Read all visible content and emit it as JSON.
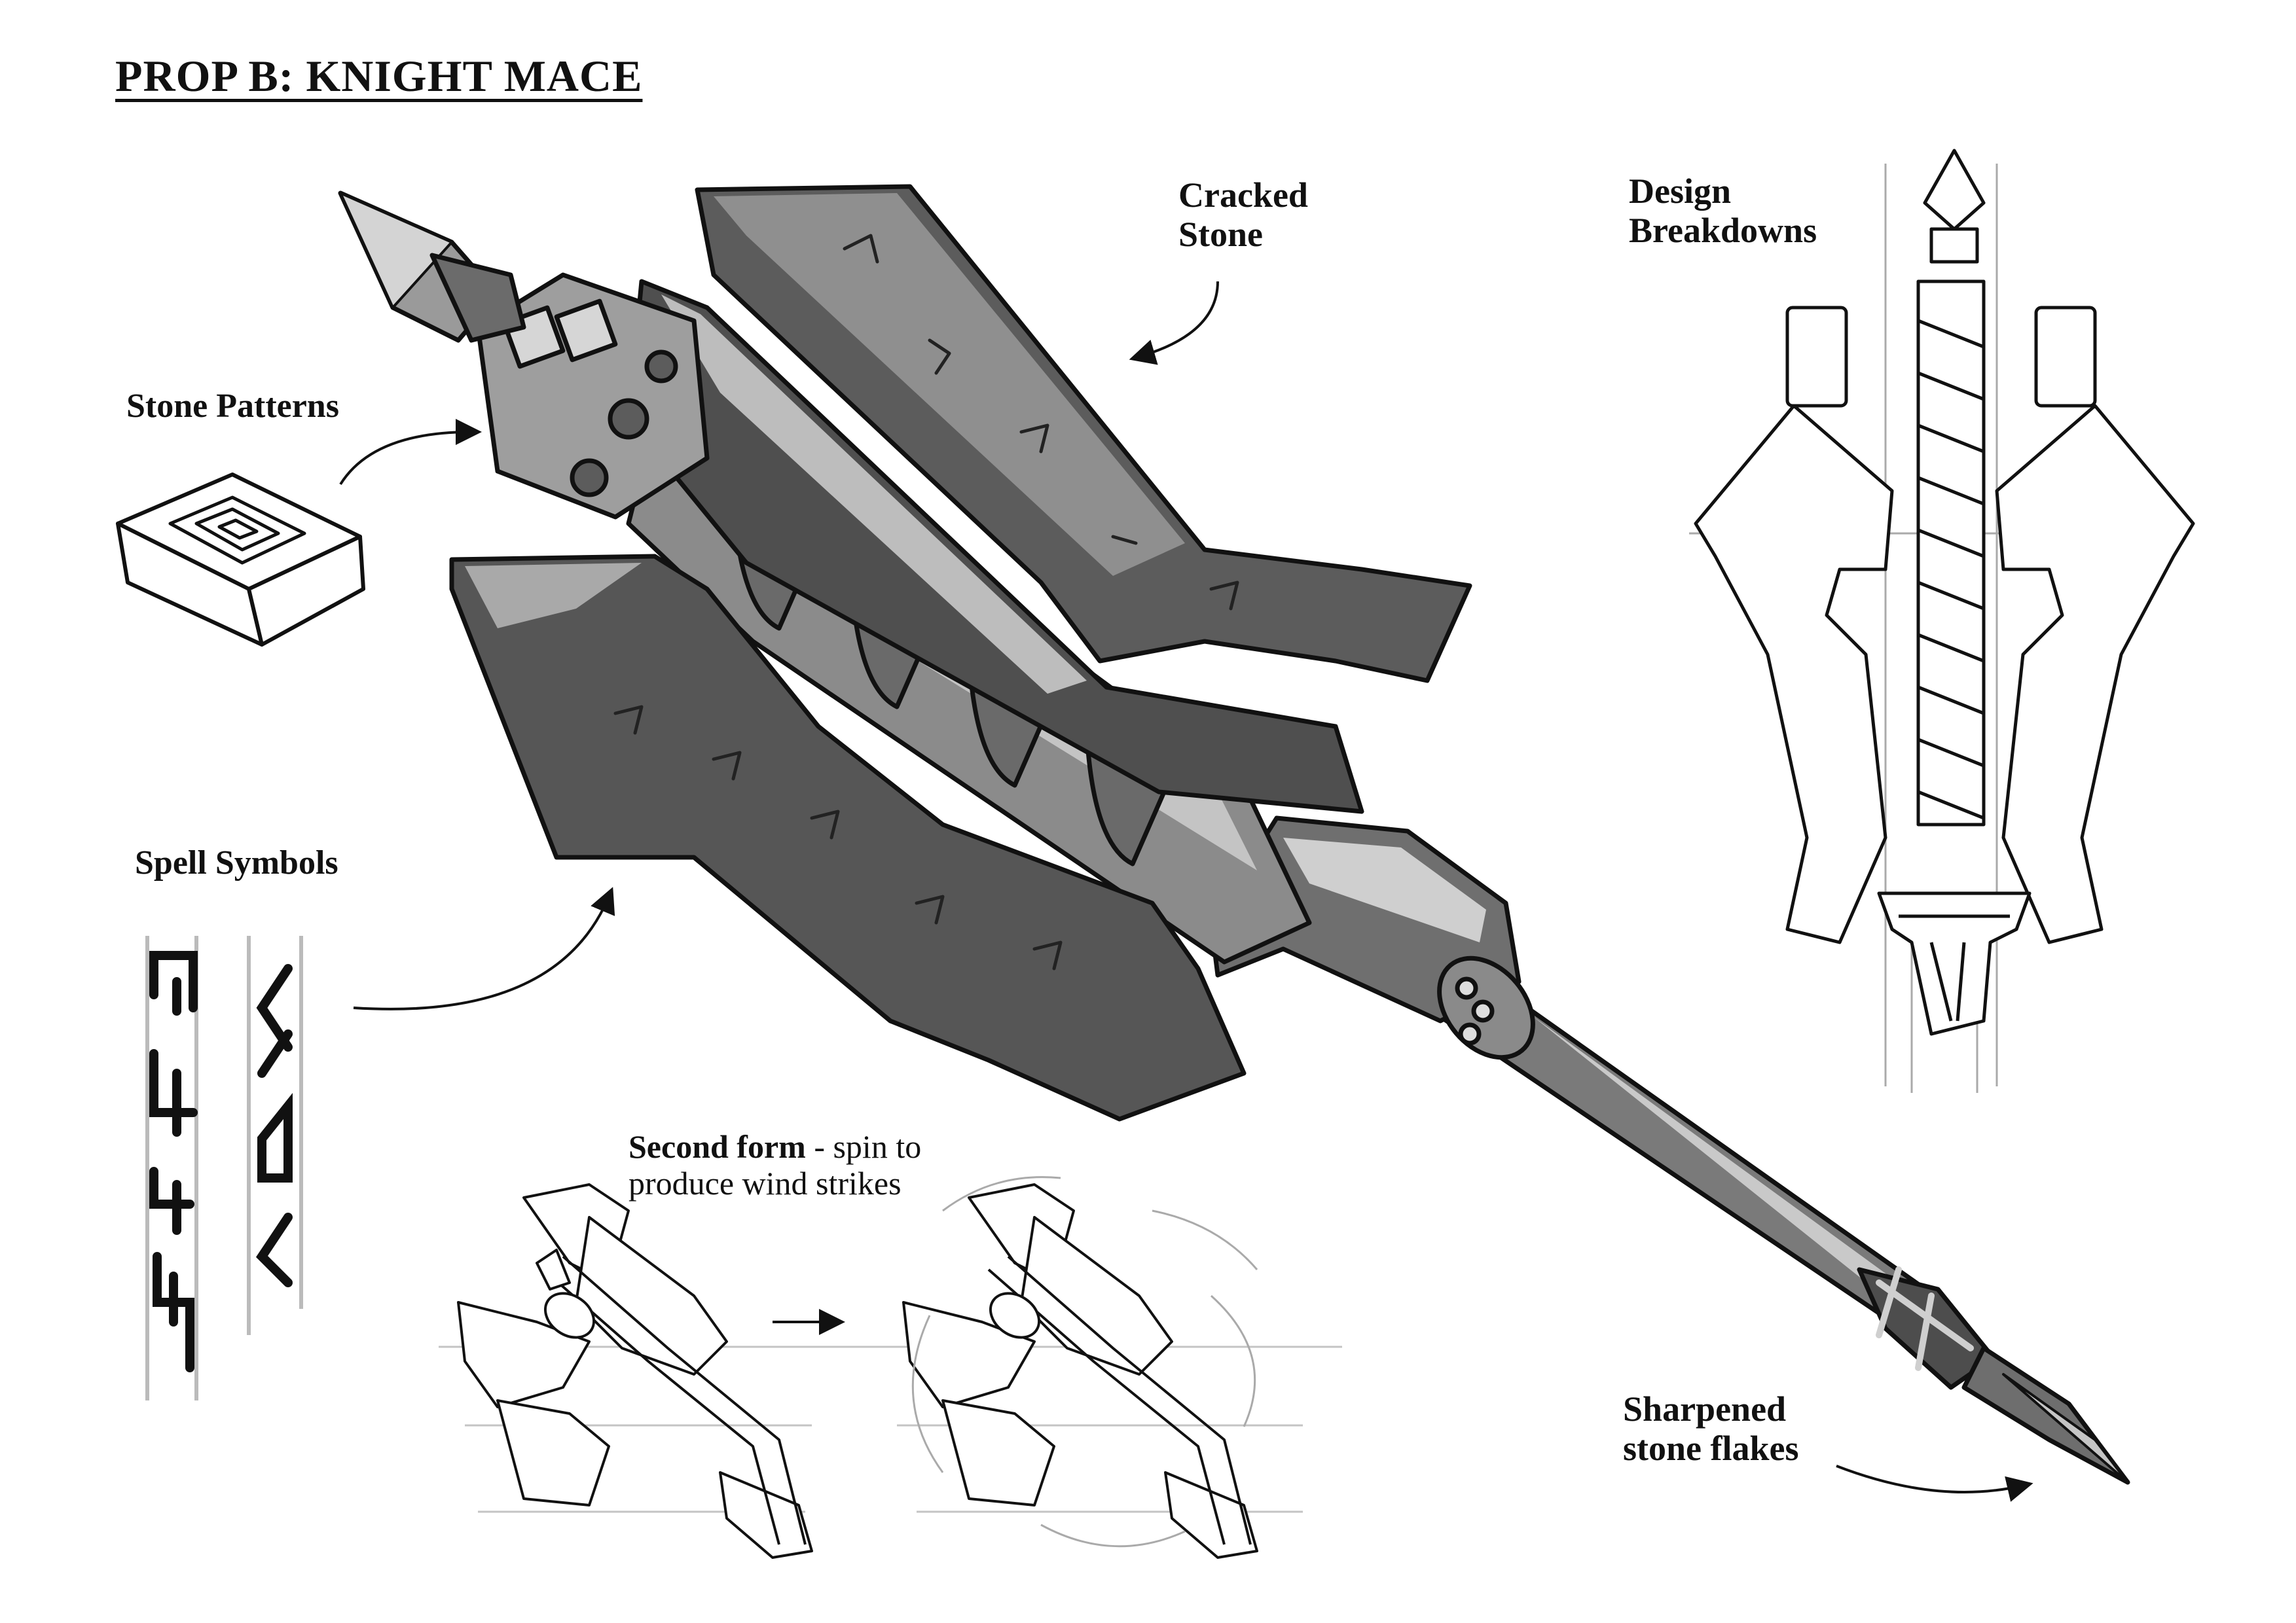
{
  "title": "PROP B: KNIGHT MACE",
  "labels": {
    "stone_patterns": "Stone Patterns",
    "spell_symbols": "Spell Symbols",
    "cracked_stone_line1": "Cracked",
    "cracked_stone_line2": "Stone",
    "design_breakdowns_line1": "Design",
    "design_breakdowns_line2": "Breakdowns",
    "sharpened_line1": "Sharpened",
    "sharpened_line2": "stone flakes",
    "second_form_bold": "Second form",
    "second_form_rest_line1": " - spin to",
    "second_form_rest_line2": "produce wind strikes"
  },
  "colors": {
    "ink": "#111111",
    "stone_dark": "#5a5a5a",
    "stone_mid": "#8c8c8c",
    "stone_light": "#c8c8c8",
    "guide_line": "#bdbdbd"
  }
}
